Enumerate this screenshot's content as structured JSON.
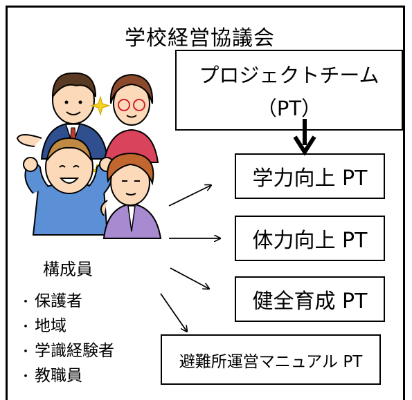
{
  "title": "学校経営協議会",
  "project_team": {
    "line1": "プロジェクトチーム",
    "line2": "（PT）"
  },
  "teams": [
    {
      "label": "学力向上 PT"
    },
    {
      "label": "体力向上 PT"
    },
    {
      "label": "健全育成 PT"
    },
    {
      "label": "避難所運営マニュアル PT"
    }
  ],
  "members": {
    "heading": "構成員",
    "bullet": "・",
    "items": [
      "保護者",
      "地域",
      "学識経験者",
      "教職員"
    ]
  }
}
